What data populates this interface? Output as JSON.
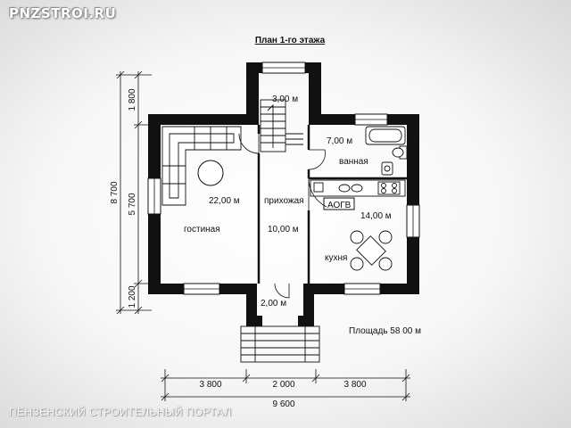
{
  "watermark": "PNZSTROI.RU",
  "footer": "ПЕНЗЕНСКИЙ СТРОИТЕЛЬНЫЙ ПОРТАЛ",
  "plan": {
    "title": "План 1-го этажа",
    "area_label": "Площадь 58 00 м",
    "rooms": {
      "stair_area": "3,00 м",
      "bath_area": "7,00 м",
      "bath_name": "ванная",
      "living_area": "22,00 м",
      "living_name": "гостиная",
      "hall_name": "прихожая",
      "hall_area": "10,00 м",
      "boiler_name": "АОГВ",
      "kitchen_area": "14,00 м",
      "kitchen_name": "кухня",
      "vestibule_area": "2,00 м"
    },
    "dimensions": {
      "bottom_left": "3 800",
      "bottom_mid": "2 000",
      "bottom_right": "3 800",
      "bottom_total": "9 600",
      "left_top": "1 800",
      "left_mid": "5 700",
      "left_bottom": "1 200",
      "left_total": "8 700"
    }
  }
}
